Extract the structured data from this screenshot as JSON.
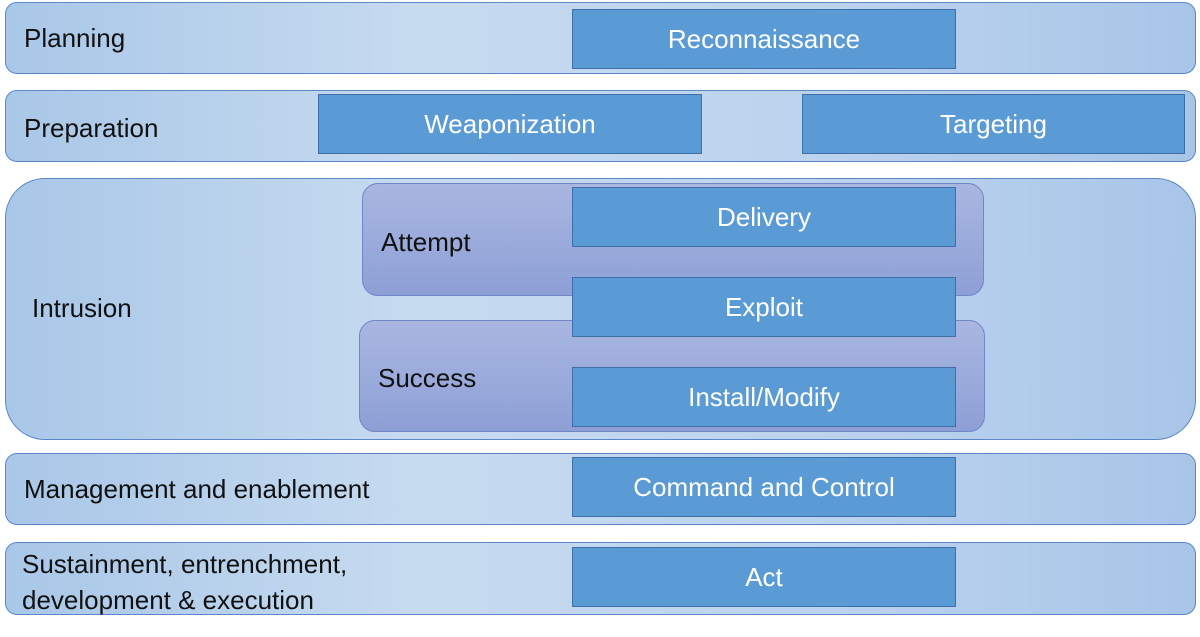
{
  "phases": {
    "planning": "Planning",
    "preparation": "Preparation",
    "intrusion": "Intrusion",
    "management": "Management and enablement",
    "sustainment_line1": "Sustainment, entrenchment,",
    "sustainment_line2": "development & execution"
  },
  "sub_phases": {
    "attempt": "Attempt",
    "success": "Success"
  },
  "steps": {
    "reconnaissance": "Reconnaissance",
    "weaponization": "Weaponization",
    "targeting": "Targeting",
    "delivery": "Delivery",
    "exploit": "Exploit",
    "install_modify": "Install/Modify",
    "command_and_control": "Command and Control",
    "act": "Act"
  },
  "colors": {
    "phase_band": "#bcd3ee",
    "phase_border": "#5b87c6",
    "step_fill": "#5b9bd5",
    "step_text": "#ffffff",
    "sub_phase_fill": "#9aaadb"
  }
}
